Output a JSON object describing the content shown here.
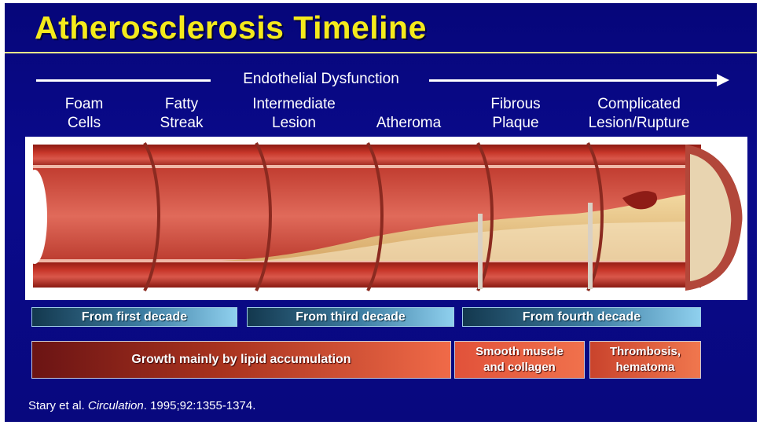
{
  "title": "Atherosclerosis Timeline",
  "header_label": "Endothelial Dysfunction",
  "stages": [
    {
      "line1": "Foam",
      "line2": "Cells"
    },
    {
      "line1": "Fatty",
      "line2": "Streak"
    },
    {
      "line1": "Intermediate",
      "line2": "Lesion"
    },
    {
      "line1": "",
      "line2": "Atheroma"
    },
    {
      "line1": "Fibrous",
      "line2": "Plaque"
    },
    {
      "line1": "Complicated",
      "line2": "Lesion/Rupture"
    }
  ],
  "decades": [
    "From first decade",
    "From third decade",
    "From fourth decade"
  ],
  "growth": [
    {
      "line1": "Growth mainly by lipid accumulation",
      "line2": ""
    },
    {
      "line1": "Smooth muscle",
      "line2": "and collagen"
    },
    {
      "line1": "Thrombosis,",
      "line2": "hematoma"
    }
  ],
  "citation": {
    "authors": "Stary et al.",
    "journal": "Circulation",
    "details": ". 1995;92:1355-1374."
  },
  "colors": {
    "title": "#f4ea1c",
    "background": "#0a0a8c",
    "vessel_wall": "#b5271b",
    "plaque": "#efd79a",
    "decade_bar": "#3f7fa4"
  }
}
